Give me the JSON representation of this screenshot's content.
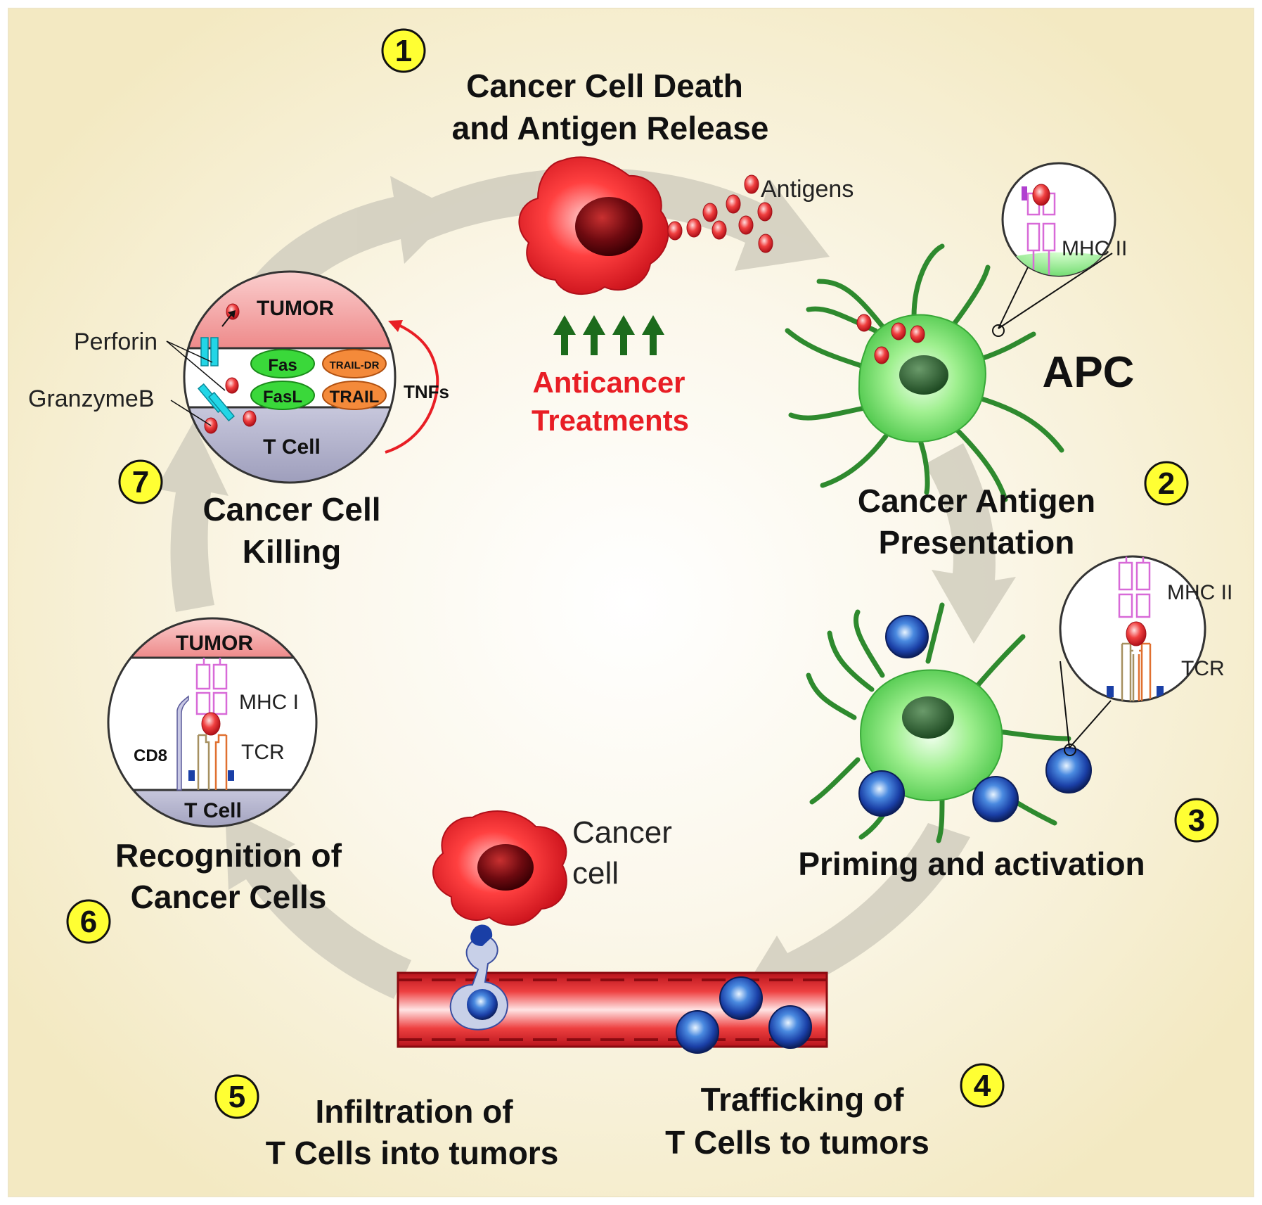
{
  "colors": {
    "background_center": "#ffffff",
    "background_edge": "#f3e9c2",
    "cycle_arrow": "#d3cfc0",
    "badge_fill": "#ffff33",
    "cancer_cell": "#e82228",
    "apc_cell": "#66e066",
    "t_cell": "#1a3fa6",
    "treatment_text": "#e81e25",
    "treatment_arrow": "#1c6b1c",
    "mhc_pink": "#d86ad8",
    "tcr_orange": "#e07030",
    "tcr_olive": "#a69060"
  },
  "steps": [
    {
      "badge": "1",
      "title_lines": [
        "Cancer Cell Death",
        "and Antigen Release"
      ]
    },
    {
      "badge": "2",
      "title_lines": [
        "Cancer Antigen",
        "Presentation"
      ]
    },
    {
      "badge": "3",
      "title_lines": [
        "Priming and activation"
      ]
    },
    {
      "badge": "4",
      "title_lines": [
        "Trafficking of",
        "T Cells to tumors"
      ]
    },
    {
      "badge": "5",
      "title_lines": [
        "Infiltration of",
        "T Cells into tumors"
      ]
    },
    {
      "badge": "6",
      "title_lines": [
        "Recognition of",
        "Cancer Cells"
      ]
    },
    {
      "badge": "7",
      "title_lines": [
        "Cancer Cell",
        "Killing"
      ]
    }
  ],
  "labels": {
    "antigens": "Antigens",
    "apc": "APC",
    "treatments": [
      "Anticancer",
      "Treatments"
    ],
    "cancer_cell": [
      "Cancer",
      "cell"
    ],
    "mhc_ii": "MHC II",
    "tcr": "TCR",
    "mhc_i": "MHC I",
    "cd8": "CD8",
    "tumor": "TUMOR",
    "t_cell": "T Cell",
    "perforin": "Perforin",
    "granzyme_b": "GranzymeB",
    "tnfs": "TNFs",
    "fas": "Fas",
    "fasl": "FasL",
    "trail_dr": "TRAIL-DR",
    "trail": "TRAIL"
  },
  "icons": [
    "cancer-cell-icon",
    "antigen-particle-icon",
    "apc-dendritic-cell-icon",
    "t-cell-icon",
    "blood-vessel-icon",
    "up-arrow-icon"
  ]
}
